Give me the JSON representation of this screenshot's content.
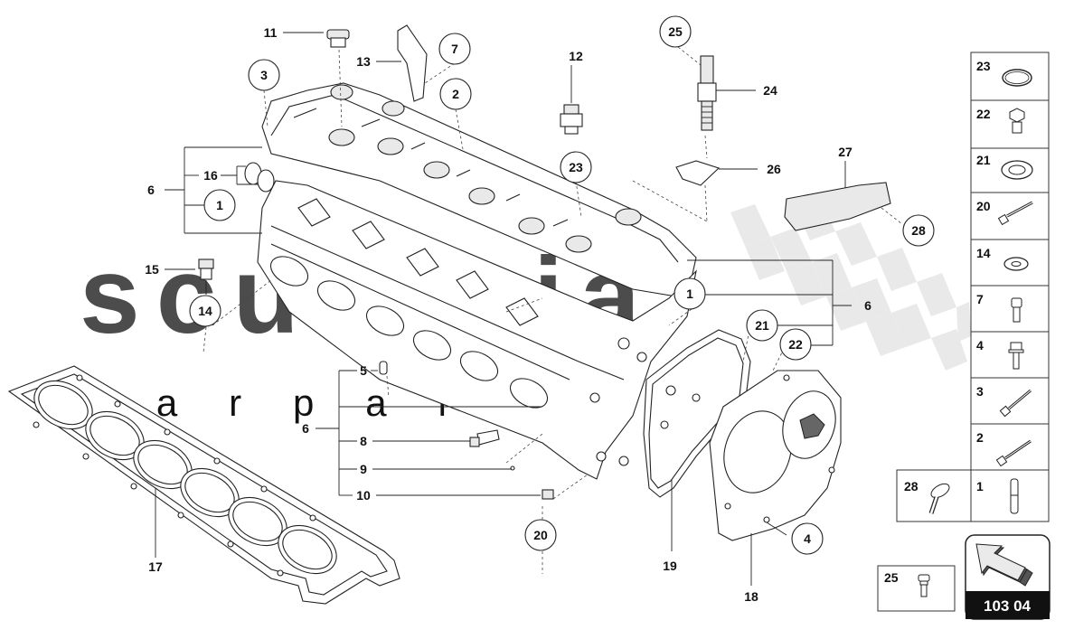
{
  "watermark": {
    "brand": "scuderia",
    "sub": "c a r   p a r t s",
    "brand_color": "#f3c2c6"
  },
  "callouts": [
    {
      "id": "c3",
      "label": "3"
    },
    {
      "id": "c7",
      "label": "7"
    },
    {
      "id": "c2",
      "label": "2"
    },
    {
      "id": "c1a",
      "label": "1"
    },
    {
      "id": "c14",
      "label": "14"
    },
    {
      "id": "c23",
      "label": "23"
    },
    {
      "id": "c25",
      "label": "25"
    },
    {
      "id": "c28",
      "label": "28"
    },
    {
      "id": "c1b",
      "label": "1"
    },
    {
      "id": "c21",
      "label": "21"
    },
    {
      "id": "c22",
      "label": "22"
    },
    {
      "id": "c20",
      "label": "20"
    },
    {
      "id": "c4",
      "label": "4"
    }
  ],
  "labels": [
    {
      "id": "l11",
      "label": "11"
    },
    {
      "id": "l13",
      "label": "13"
    },
    {
      "id": "l12",
      "label": "12"
    },
    {
      "id": "l24",
      "label": "24"
    },
    {
      "id": "l26",
      "label": "26"
    },
    {
      "id": "l27",
      "label": "27"
    },
    {
      "id": "l6a",
      "label": "6"
    },
    {
      "id": "l16",
      "label": "16"
    },
    {
      "id": "l15",
      "label": "15"
    },
    {
      "id": "l6b",
      "label": "6"
    },
    {
      "id": "l5",
      "label": "5"
    },
    {
      "id": "l6c",
      "label": "6"
    },
    {
      "id": "l8",
      "label": "8"
    },
    {
      "id": "l9",
      "label": "9"
    },
    {
      "id": "l10",
      "label": "10"
    },
    {
      "id": "l17",
      "label": "17"
    },
    {
      "id": "l19",
      "label": "19"
    },
    {
      "id": "l18",
      "label": "18"
    }
  ],
  "parts_table": {
    "rows": [
      {
        "label": "23",
        "icon": "o-ring-icon"
      },
      {
        "label": "22",
        "icon": "hex-plug-icon"
      },
      {
        "label": "21",
        "icon": "sealing-ring-icon"
      },
      {
        "label": "20",
        "icon": "long-bolt-icon"
      },
      {
        "label": "14",
        "icon": "washer-icon"
      },
      {
        "label": "7",
        "icon": "socket-screw-icon"
      },
      {
        "label": "4",
        "icon": "flange-bolt-icon"
      },
      {
        "label": "3",
        "icon": "bolt-icon"
      },
      {
        "label": "2",
        "icon": "stud-bolt-icon"
      }
    ],
    "bottom_left": {
      "label": "28",
      "icon": "torx-screw-icon"
    },
    "bottom_right": {
      "label": "1",
      "icon": "dowel-pin-icon"
    }
  },
  "small_box": {
    "label": "25",
    "icon": "small-screw-icon"
  },
  "page_ref": {
    "label": "103 04",
    "icon": "navigation-arrow-icon"
  }
}
